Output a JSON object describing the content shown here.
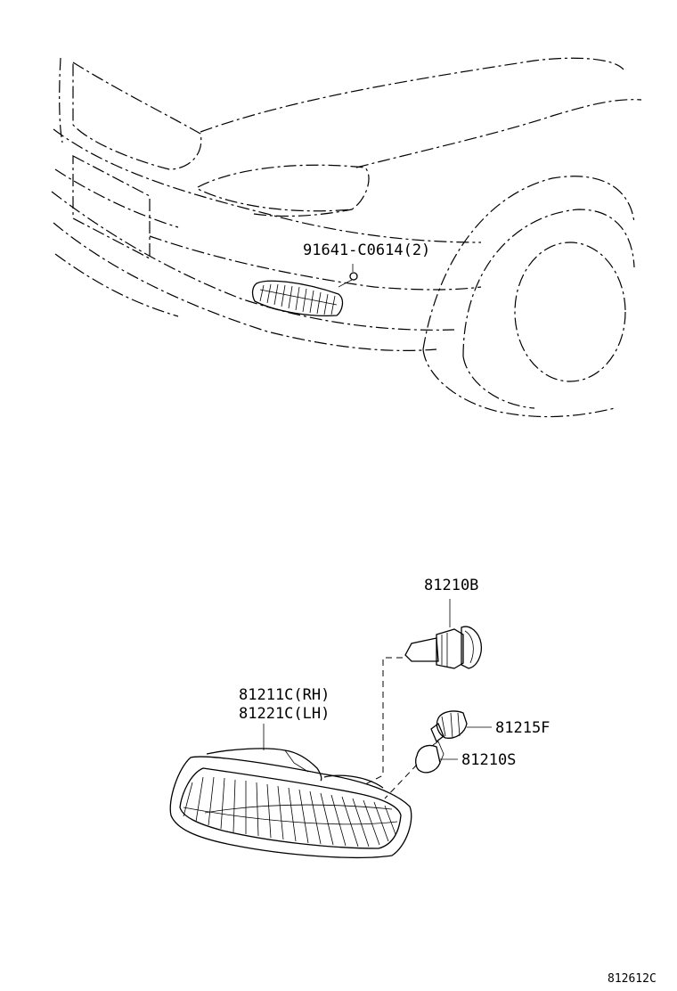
{
  "labels": {
    "screw": "91641-C0614(2)",
    "bulb_main": "81210B",
    "lamp_rh": "81211C(RH)",
    "lamp_lh": "81221C(LH)",
    "socket": "81215F",
    "bulb_small": "81210S",
    "diagram_id": "812612C"
  }
}
